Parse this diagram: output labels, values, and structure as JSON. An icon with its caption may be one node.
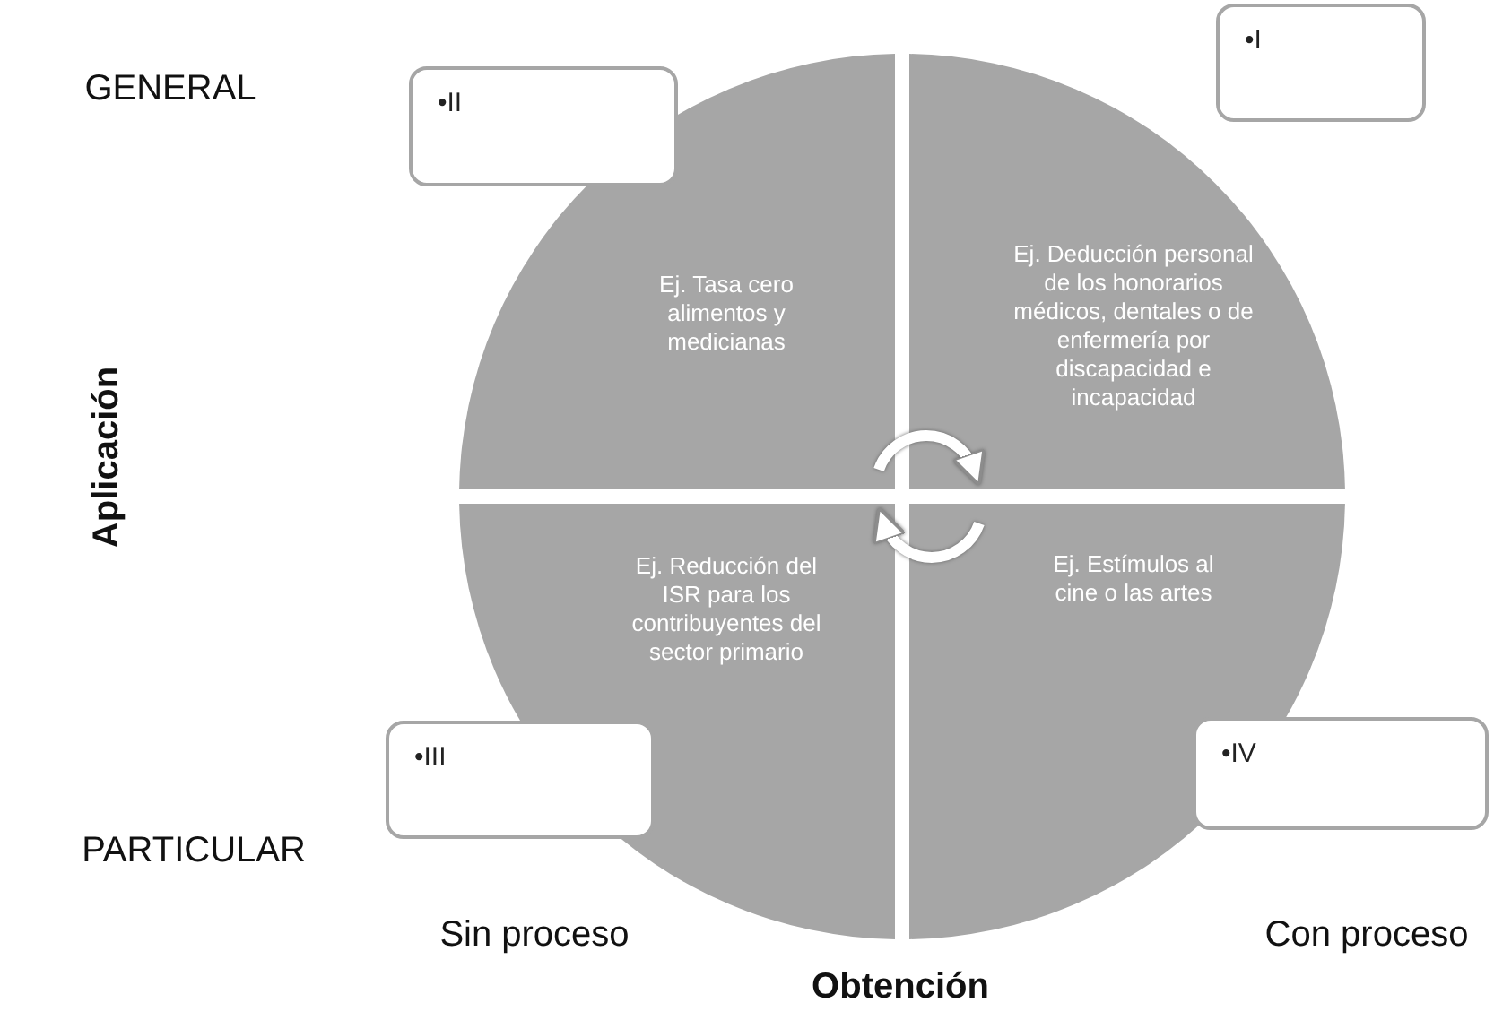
{
  "diagram": {
    "nodes": [
      {
        "text": [
          "•II"
        ]
      },
      {
        "text": [
          "•I"
        ]
      },
      {
        "text": [
          "Ej. Tasa cero alimentos y medicianas"
        ]
      },
      {
        "text": [
          "Ej. Deducción personal de los honorarios médicos, dentales o de enfermería por discapacidad e incapacidad"
        ]
      },
      {
        "text": [
          "Ej. Reducción del ISR para los contribuyentes del sector primario"
        ]
      },
      {
        "text": [
          "Ej. Estímulos al cine o las artes"
        ]
      },
      {
        "text": [
          "•III"
        ]
      },
      {
        "text": [
          "•IV"
        ]
      }
    ],
    "edges": [
      {
        "from": 2,
        "to": 3,
        "arrow": "to"
      },
      {
        "from": 5,
        "to": 4,
        "arrow": "to"
      }
    ],
    "labels": [
      "GENERAL",
      "Aplicación",
      "PARTICULAR",
      "Sin proceso",
      "Con proceso",
      "Obtención"
    ]
  }
}
